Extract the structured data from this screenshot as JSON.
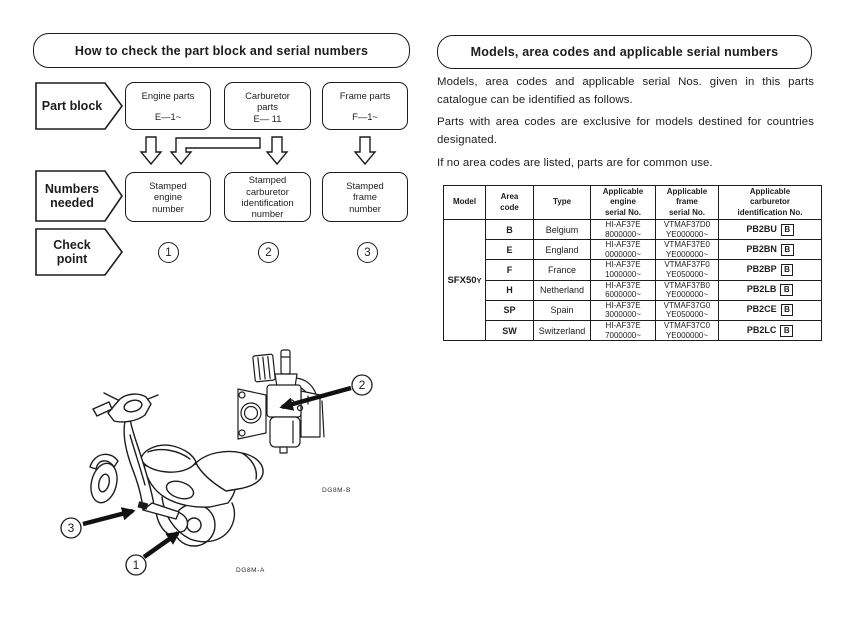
{
  "left_panel": {
    "title": "How to check the part block and serial numbers",
    "flow": {
      "row1_label": "Part block",
      "row2_label": "Numbers\nneeded",
      "row3_label": "Check\npoint",
      "part_blocks": [
        {
          "label": "Engine parts",
          "code": "E—1~"
        },
        {
          "label": "Carburetor\nparts",
          "code": "E— 11"
        },
        {
          "label": "Frame parts",
          "code": "F—1~"
        }
      ],
      "numbers_needed": [
        "Stamped\nengine\nnumber",
        "Stamped\ncarburetor\nidentification\nnumber",
        "Stamped\nframe\nnumber"
      ],
      "check_points": [
        "1",
        "2",
        "3"
      ]
    },
    "figure": {
      "callouts": [
        "1",
        "2",
        "3"
      ],
      "code_a": "DG8M-A",
      "code_b": "DG8M-B"
    }
  },
  "right_panel": {
    "title": "Models, area codes and applicable serial numbers",
    "paragraphs": [
      "Models, area codes and applicable serial Nos. given in this parts catalogue can be identified as follows.",
      "Parts with area codes are exclusive for models destined for countries designated.",
      "If no area codes are listed, parts are for common use."
    ],
    "table": {
      "headers": {
        "model": "Model",
        "area": "Area\ncode",
        "type": "Type",
        "engine": "Applicable\nengine\nserial No.",
        "frame": "Applicable\nframe\nserial No.",
        "carburetor": "Applicable\ncarburetor\nidentification No."
      },
      "model": "SFX50",
      "model_suffix": "Y",
      "rows": [
        {
          "area": "B",
          "type": "Belgium",
          "engine": "HI-AF37E\n8000000~",
          "frame": "VTMAF37D0\nYE000000~",
          "carb": "PB2BU",
          "carb_box": "B"
        },
        {
          "area": "E",
          "type": "England",
          "engine": "HI-AF37E\n0000000~",
          "frame": "VTMAF37E0\nYE000000~",
          "carb": "PB2BN",
          "carb_box": "B"
        },
        {
          "area": "F",
          "type": "France",
          "engine": "HI-AF37E\n1000000~",
          "frame": "VTMAF37F0\nYE050000~",
          "carb": "PB2BP",
          "carb_box": "B"
        },
        {
          "area": "H",
          "type": "Netherland",
          "engine": "HI-AF37E\n6000000~",
          "frame": "VTMAF37B0\nYE000000~",
          "carb": "PB2LB",
          "carb_box": "B"
        },
        {
          "area": "SP",
          "type": "Spain",
          "engine": "HI-AF37E\n3000000~",
          "frame": "VTMAF37G0\nYE050000~",
          "carb": "PB2CE",
          "carb_box": "B"
        },
        {
          "area": "SW",
          "type": "Switzerland",
          "engine": "HI-AF37E\n7000000~",
          "frame": "VTMAF37C0\nYE000000~",
          "carb": "PB2LC",
          "carb_box": "B"
        }
      ]
    },
    "ink": "#1d1d1d"
  }
}
